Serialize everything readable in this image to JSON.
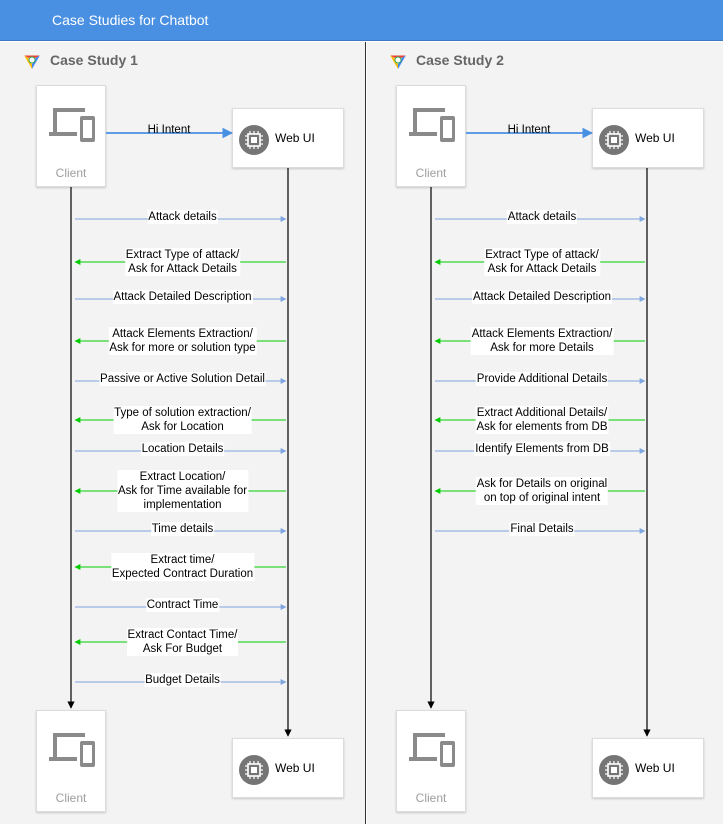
{
  "header": {
    "title": "Case Studies for Chatbot"
  },
  "colors": {
    "header_bg": "#4a90e2",
    "request_arrow": "#7ea6e0",
    "response_arrow": "#00cc00",
    "intent_arrow": "#4a90e2",
    "lifeline": "#000000"
  },
  "panels": [
    {
      "title": "Case Study 1",
      "client_label": "Client",
      "webui_label": "Web UI",
      "intent_label": "Hi Intent",
      "messages": [
        {
          "dir": "request",
          "text": "Attack details"
        },
        {
          "dir": "response",
          "text": "Extract Type of attack/\nAsk for Attack Details"
        },
        {
          "dir": "request",
          "text": "Attack Detailed Description"
        },
        {
          "dir": "response",
          "text": "Attack Elements Extraction/\nAsk for more or solution type"
        },
        {
          "dir": "request",
          "text": "Passive or Active Solution Detail"
        },
        {
          "dir": "response",
          "text": "Type of solution extraction/\nAsk for Location"
        },
        {
          "dir": "request",
          "text": "Location Details"
        },
        {
          "dir": "response",
          "text": "Extract Location/\nAsk for Time available for\nimplementation"
        },
        {
          "dir": "request",
          "text": "Time details"
        },
        {
          "dir": "response",
          "text": "Extract time/\nExpected Contract Duration"
        },
        {
          "dir": "request",
          "text": "Contract Time"
        },
        {
          "dir": "response",
          "text": "Extract Contact Time/\nAsk For Budget"
        },
        {
          "dir": "request",
          "text": "Budget Details"
        }
      ]
    },
    {
      "title": "Case Study 2",
      "client_label": "Client",
      "webui_label": "Web UI",
      "intent_label": "Hi Intent",
      "messages": [
        {
          "dir": "request",
          "text": "Attack details"
        },
        {
          "dir": "response",
          "text": "Extract Type of attack/\nAsk for Attack Details"
        },
        {
          "dir": "request",
          "text": "Attack Detailed Description"
        },
        {
          "dir": "response",
          "text": "Attack Elements Extraction/\nAsk for more Details"
        },
        {
          "dir": "request",
          "text": "Provide Additional Details"
        },
        {
          "dir": "response",
          "text": "Extract Additional Details/\nAsk for elements from DB"
        },
        {
          "dir": "request",
          "text": "Identify Elements from DB"
        },
        {
          "dir": "response",
          "text": "Ask for Details on original\non top of original intent"
        },
        {
          "dir": "request",
          "text": "Final Details"
        }
      ]
    }
  ]
}
